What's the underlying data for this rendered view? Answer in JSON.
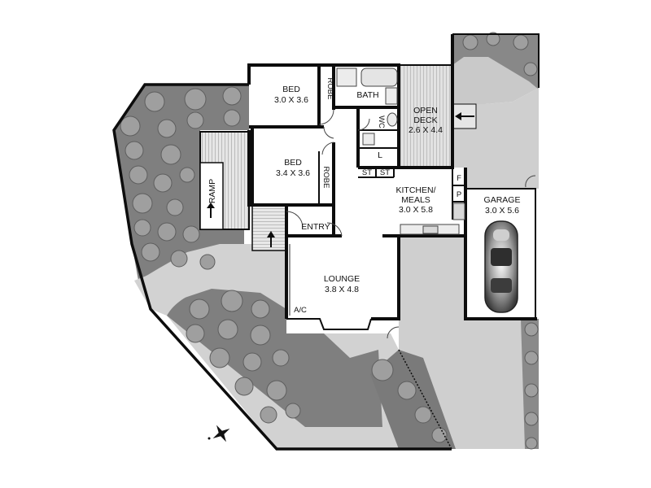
{
  "rooms": {
    "bed1": {
      "name": "BED",
      "size": "3.0 X 3.6"
    },
    "bed2": {
      "name": "BED",
      "size": "3.4 X 3.6"
    },
    "robe1": "ROBE",
    "robe2": "ROBE",
    "bath": "BATH",
    "wc": "WC",
    "laundry": "L",
    "store1": "ST",
    "store2": "ST",
    "deck": {
      "name": "OPEN",
      "name2": "DECK",
      "size": "2.6 X 4.4"
    },
    "kitchen": {
      "name": "KITCHEN/",
      "name2": "MEALS",
      "size": "3.0 X 5.8"
    },
    "fridge": "F",
    "pantry": "P",
    "garage": {
      "name": "GARAGE",
      "size": "3.0 X 5.6"
    },
    "ramp": "RAMP",
    "entry": "ENTRY",
    "lounge": {
      "name": "LOUNGE",
      "size": "3.8 X 4.8"
    },
    "ac": "A/C"
  },
  "colors": {
    "garden": "#7f7f7f",
    "paving": "#d2d2d2",
    "lawn": "#bdbdbd",
    "wall": "#0d0d0d",
    "deck_board": "#c8c8c8"
  },
  "icons": [
    "compass-rose-icon",
    "car-icon",
    "shrub-icon"
  ]
}
